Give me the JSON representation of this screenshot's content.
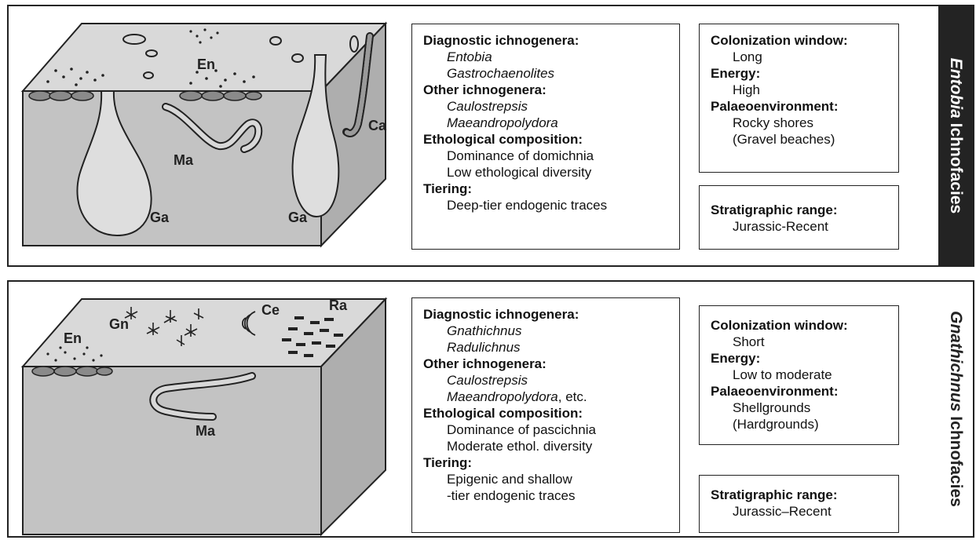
{
  "panels": [
    {
      "title_italic": "Entobia",
      "title_rest": " Ichnofacies",
      "labels": {
        "en": "En",
        "ma": "Ma",
        "ca": "Ca",
        "ga1": "Ga",
        "ga2": "Ga"
      },
      "box1": {
        "h1": "Diagnostic ichnogenera:",
        "i1": "Entobia",
        "i2": "Gastrochaenolites",
        "h2": "Other ichnogenera:",
        "i3": "Caulostrepsis",
        "i4": "Maeandropolydora",
        "h3": "Ethological composition:",
        "v1": "Dominance of domichnia",
        "v2": "Low ethological diversity",
        "h4": "Tiering:",
        "v3": "Deep-tier endogenic traces"
      },
      "box2": {
        "h1": "Colonization window:",
        "v1": "Long",
        "h2": "Energy:",
        "v2": "High",
        "h3": "Palaeoenvironment:",
        "v3": "Rocky shores",
        "v4": "(Gravel beaches)"
      },
      "box3": {
        "h1": "Stratigraphic range:",
        "v1": "Jurassic-Recent"
      }
    },
    {
      "title_italic": "Gnathichnus",
      "title_rest": " Ichnofacies",
      "labels": {
        "en": "En",
        "gn": "Gn",
        "ce": "Ce",
        "ra": "Ra",
        "ma": "Ma"
      },
      "box1": {
        "h1": "Diagnostic ichnogenera:",
        "i1": "Gnathichnus",
        "i2": "Radulichnus",
        "h2": "Other ichnogenera:",
        "i3": "Caulostrepsis",
        "i4": "Maeandropolydora",
        "i4_suffix": ", etc.",
        "h3": "Ethological composition:",
        "v1": "Dominance of pascichnia",
        "v2": "Moderate ethol. diversity",
        "h4": "Tiering:",
        "v3": "Epigenic and shallow",
        "v4": "-tier endogenic traces"
      },
      "box2": {
        "h1": "Colonization window:",
        "v1": "Short",
        "h2": "Energy:",
        "v2": "Low to moderate",
        "h3": "Palaeoenvironment:",
        "v3": "Shellgrounds",
        "v4": "(Hardgrounds)"
      },
      "box3": {
        "h1": "Stratigraphic range:",
        "v1": "Jurassic–Recent"
      }
    }
  ]
}
